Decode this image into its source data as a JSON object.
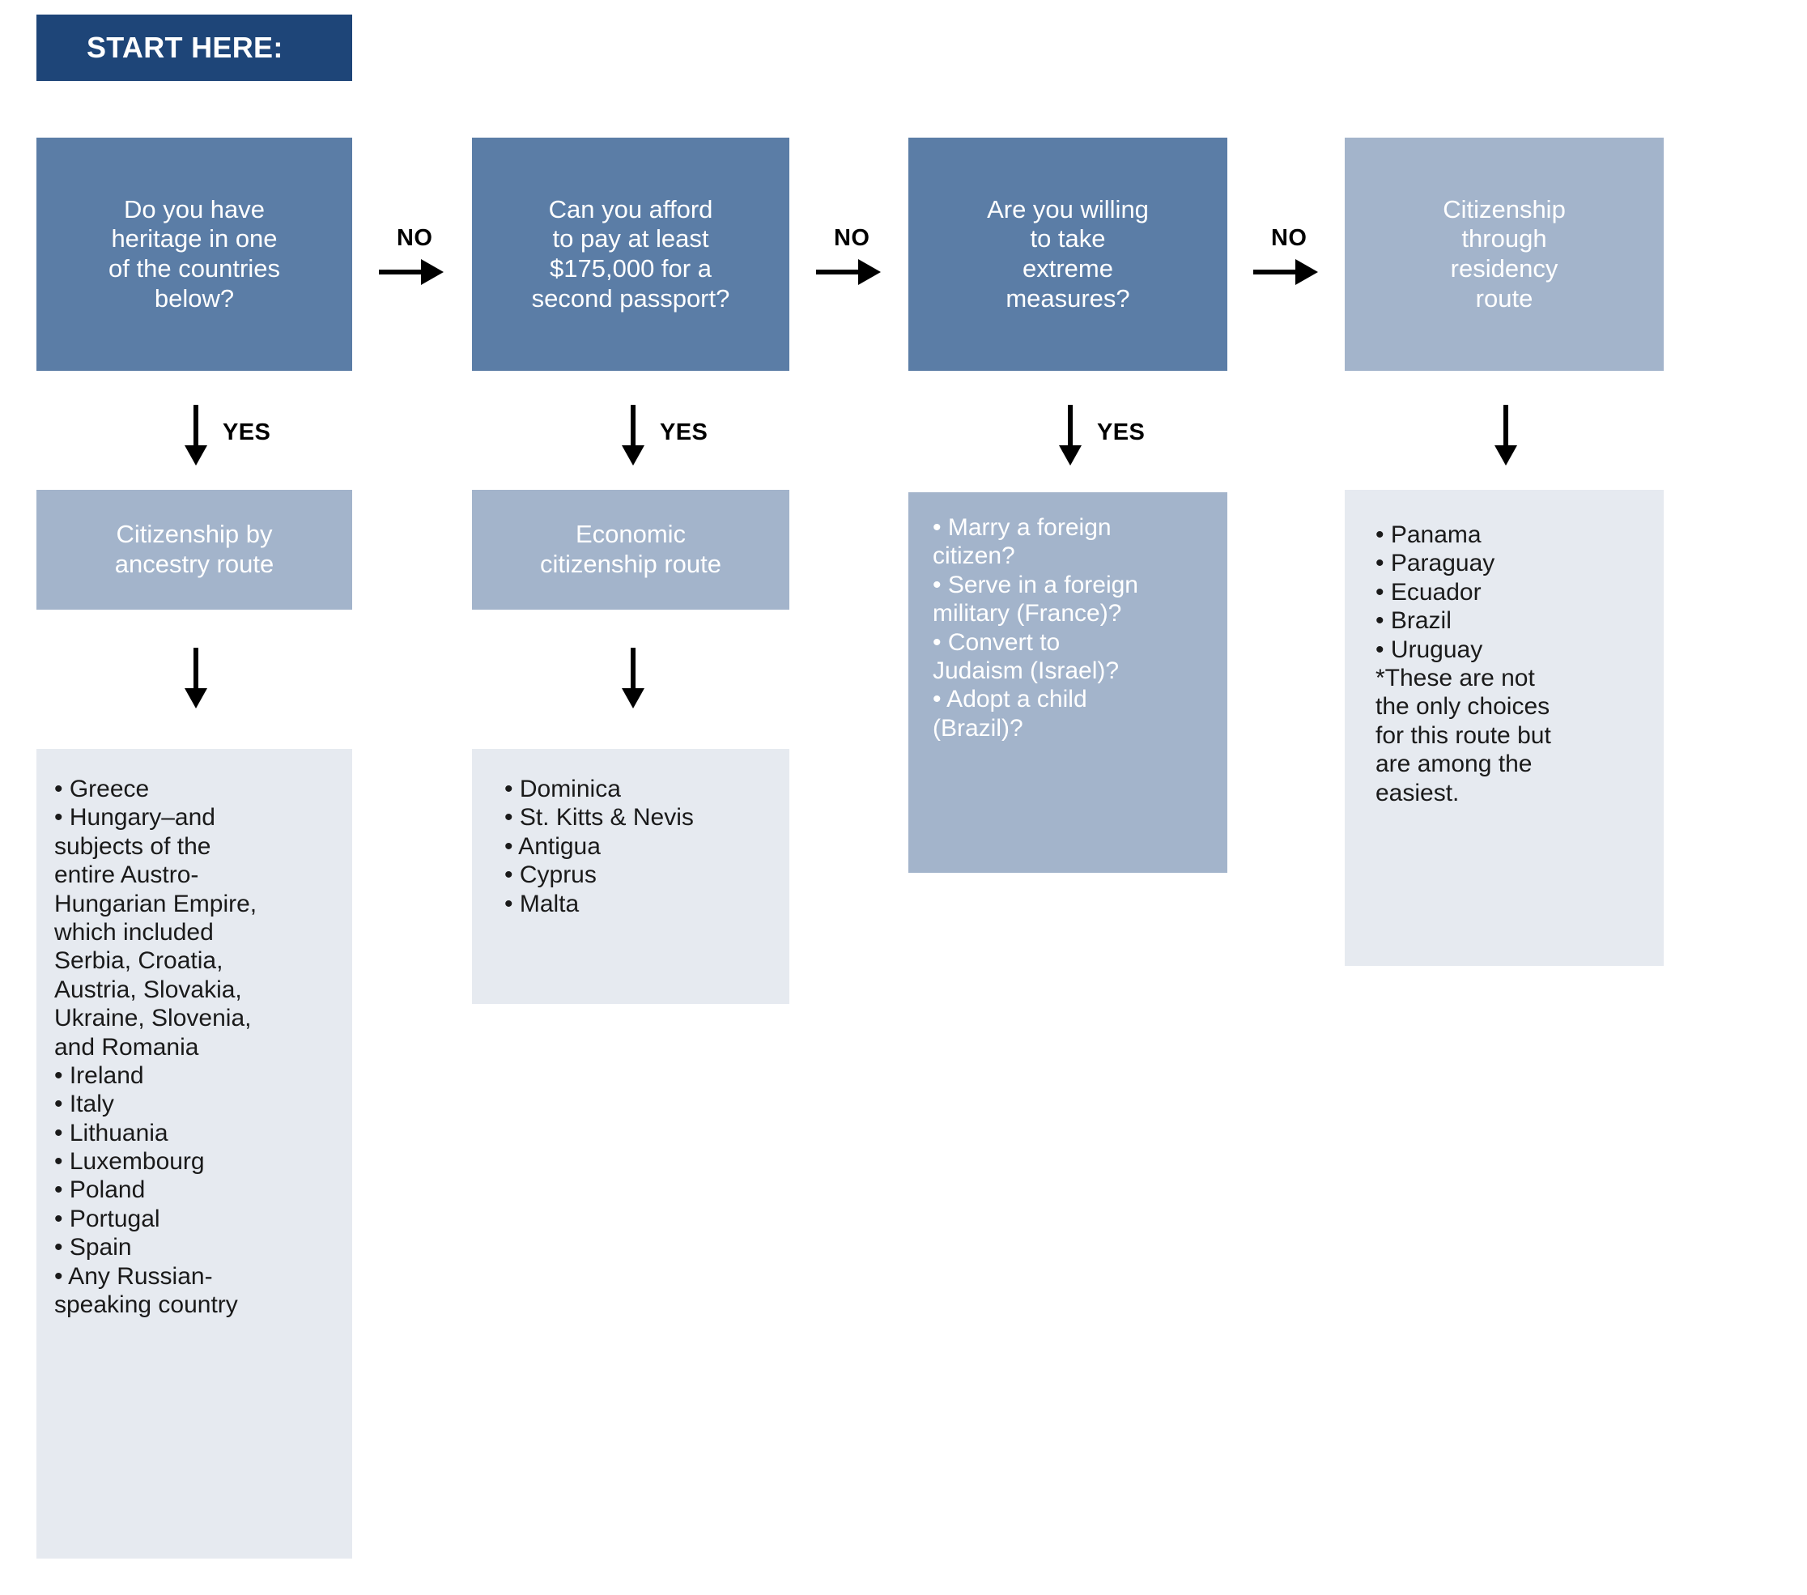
{
  "banner": {
    "label": "START HERE:"
  },
  "nodes": {
    "heritage": {
      "text": "Do you have\nheritage in one\nof the countries\nbelow?"
    },
    "afford": {
      "text": "Can you afford\nto pay at least\n$175,000 for a\nsecond passport?"
    },
    "extreme": {
      "text": "Are you willing\nto take\nextreme\nmeasures?"
    },
    "residency": {
      "text": "Citizenship\nthrough\nresidency\nroute"
    },
    "ancestry": {
      "text": "Citizenship by\nancestry route"
    },
    "economic": {
      "text": "Economic\ncitizenship route"
    }
  },
  "lists": {
    "ancestry_countries": "• Greece\n• Hungary–and\nsubjects of the\nentire Austro-\nHungarian Empire,\nwhich included\nSerbia, Croatia,\nAustria, Slovakia,\nUkraine, Slovenia,\nand Romania\n• Ireland\n• Italy\n• Lithuania\n• Luxembourg\n• Poland\n• Portugal\n• Spain\n• Any Russian-\nspeaking country",
    "economic_countries": "• Dominica\n• St. Kitts & Nevis\n• Antigua\n• Cyprus\n• Malta",
    "extreme_measures": "• Marry a foreign\ncitizen?\n• Serve in a foreign\nmilitary (France)?\n• Convert to\nJudaism (Israel)?\n• Adopt a child\n(Brazil)?",
    "residency_countries": "• Panama\n• Paraguay\n• Ecuador\n• Brazil\n• Uruguay\n*These are not\nthe only choices\nfor this route but\nare among the\neasiest."
  },
  "edges": {
    "no_1": "NO",
    "no_2": "NO",
    "no_3": "NO",
    "yes_1": "YES",
    "yes_2": "YES",
    "yes_3": "YES"
  },
  "colors": {
    "banner": "#1e4578",
    "question_box": "#5b7da6",
    "route_box": "#a3b4cb",
    "list_box": "#e6eaf0",
    "arrow": "#000000",
    "background": "#ffffff"
  }
}
